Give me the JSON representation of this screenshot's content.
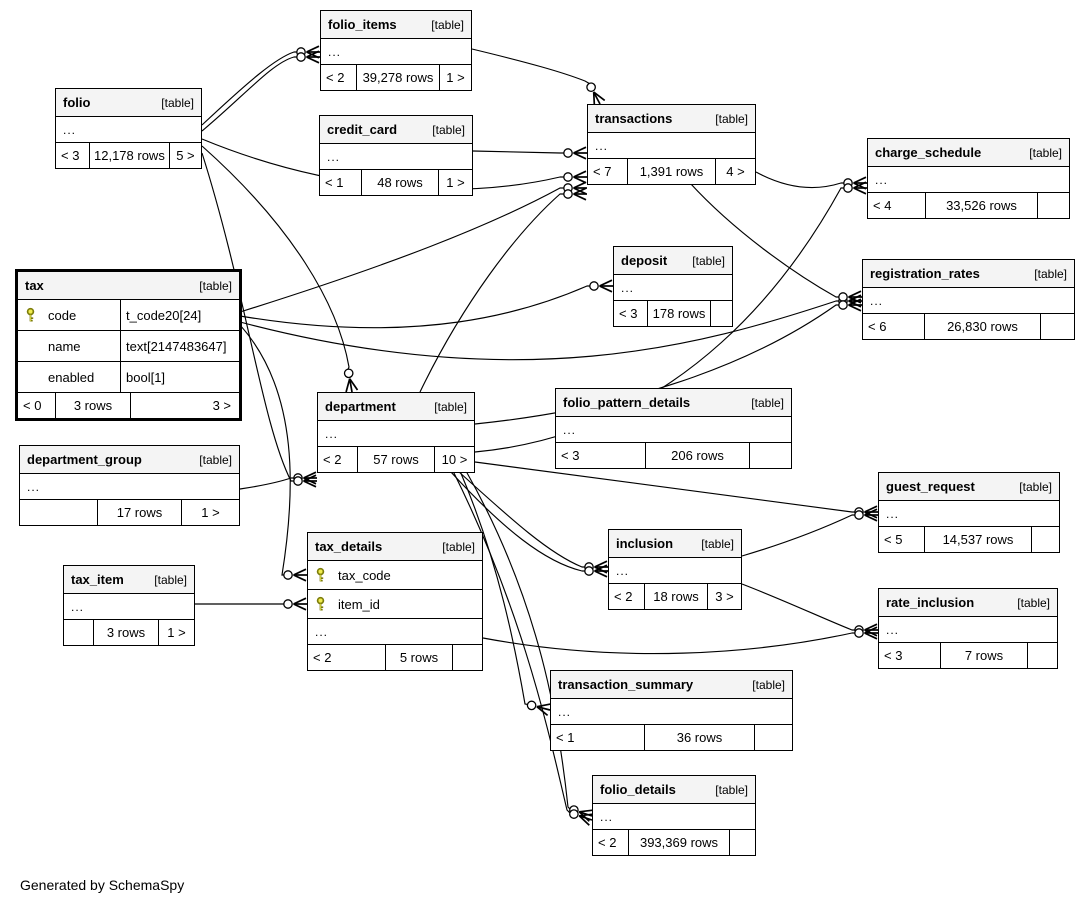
{
  "diagram": {
    "generator_note": "Generated by SchemaSpy",
    "ellipsis": "..."
  },
  "tables": [
    {
      "name": "folio_items",
      "kind": "[table]",
      "emphasized": false,
      "columns": [],
      "has_ellipsis": true,
      "parents": "< 2",
      "rows": "39,278 rows",
      "children": "1 >"
    },
    {
      "name": "folio",
      "kind": "[table]",
      "emphasized": false,
      "columns": [],
      "has_ellipsis": true,
      "parents": "< 3",
      "rows": "12,178 rows",
      "children": "5 >"
    },
    {
      "name": "credit_card",
      "kind": "[table]",
      "emphasized": false,
      "columns": [],
      "has_ellipsis": true,
      "parents": "< 1",
      "rows": "48 rows",
      "children": "1 >"
    },
    {
      "name": "transactions",
      "kind": "[table]",
      "emphasized": false,
      "columns": [],
      "has_ellipsis": true,
      "parents": "< 7",
      "rows": "1,391 rows",
      "children": "4 >"
    },
    {
      "name": "charge_schedule",
      "kind": "[table]",
      "emphasized": false,
      "columns": [],
      "has_ellipsis": true,
      "parents": "< 4",
      "rows": "33,526 rows",
      "children": ""
    },
    {
      "name": "deposit",
      "kind": "[table]",
      "emphasized": false,
      "columns": [],
      "has_ellipsis": true,
      "parents": "< 3",
      "rows": "178 rows",
      "children": ""
    },
    {
      "name": "registration_rates",
      "kind": "[table]",
      "emphasized": false,
      "columns": [],
      "has_ellipsis": true,
      "parents": "< 6",
      "rows": "26,830 rows",
      "children": ""
    },
    {
      "name": "tax",
      "kind": "[table]",
      "emphasized": true,
      "columns": [
        {
          "name": "code",
          "type": "t_code20[24]",
          "primary_key": true
        },
        {
          "name": "name",
          "type": "text[2147483647]",
          "primary_key": false
        },
        {
          "name": "enabled",
          "type": "bool[1]",
          "primary_key": false
        }
      ],
      "has_ellipsis": false,
      "parents": "< 0",
      "rows": "3 rows",
      "children": "3 >"
    },
    {
      "name": "department",
      "kind": "[table]",
      "emphasized": false,
      "columns": [],
      "has_ellipsis": true,
      "parents": "< 2",
      "rows": "57 rows",
      "children": "10 >"
    },
    {
      "name": "folio_pattern_details",
      "kind": "[table]",
      "emphasized": false,
      "columns": [],
      "has_ellipsis": true,
      "parents": "< 3",
      "rows": "206 rows",
      "children": ""
    },
    {
      "name": "department_group",
      "kind": "[table]",
      "emphasized": false,
      "columns": [],
      "has_ellipsis": true,
      "parents": "",
      "rows": "17 rows",
      "children": "1 >"
    },
    {
      "name": "guest_request",
      "kind": "[table]",
      "emphasized": false,
      "columns": [],
      "has_ellipsis": true,
      "parents": "< 5",
      "rows": "14,537 rows",
      "children": ""
    },
    {
      "name": "inclusion",
      "kind": "[table]",
      "emphasized": false,
      "columns": [],
      "has_ellipsis": true,
      "parents": "< 2",
      "rows": "18 rows",
      "children": "3 >"
    },
    {
      "name": "tax_item",
      "kind": "[table]",
      "emphasized": false,
      "columns": [],
      "has_ellipsis": true,
      "parents": "",
      "rows": "3 rows",
      "children": "1 >"
    },
    {
      "name": "tax_details",
      "kind": "[table]",
      "emphasized": false,
      "columns": [
        {
          "name": "tax_code",
          "type": "",
          "primary_key": true
        },
        {
          "name": "item_id",
          "type": "",
          "primary_key": true
        }
      ],
      "has_ellipsis": true,
      "parents": "< 2",
      "rows": "5 rows",
      "children": ""
    },
    {
      "name": "rate_inclusion",
      "kind": "[table]",
      "emphasized": false,
      "columns": [],
      "has_ellipsis": true,
      "parents": "< 3",
      "rows": "7 rows",
      "children": ""
    },
    {
      "name": "transaction_summary",
      "kind": "[table]",
      "emphasized": false,
      "columns": [],
      "has_ellipsis": true,
      "parents": "< 1",
      "rows": "36 rows",
      "children": ""
    },
    {
      "name": "folio_details",
      "kind": "[table]",
      "emphasized": false,
      "columns": [],
      "has_ellipsis": true,
      "parents": "< 2",
      "rows": "393,369 rows",
      "children": ""
    }
  ],
  "relationships": [
    {
      "from": "folio",
      "to": "folio_items"
    },
    {
      "from": "folio",
      "to": "folio_items"
    },
    {
      "from": "folio_items",
      "to": "transactions"
    },
    {
      "from": "credit_card",
      "to": "transactions"
    },
    {
      "from": "folio",
      "to": "transactions"
    },
    {
      "from": "tax",
      "to": "transactions"
    },
    {
      "from": "department",
      "to": "transactions"
    },
    {
      "from": "transactions",
      "to": "charge_schedule"
    },
    {
      "from": "department",
      "to": "charge_schedule"
    },
    {
      "from": "tax",
      "to": "deposit"
    },
    {
      "from": "tax",
      "to": "registration_rates"
    },
    {
      "from": "transactions",
      "to": "registration_rates"
    },
    {
      "from": "department",
      "to": "registration_rates"
    },
    {
      "from": "folio",
      "to": "department"
    },
    {
      "from": "department_group",
      "to": "department"
    },
    {
      "from": "folio",
      "to": "department"
    },
    {
      "from": "tax",
      "to": "tax_details"
    },
    {
      "from": "tax_item",
      "to": "tax_details"
    },
    {
      "from": "department",
      "to": "inclusion"
    },
    {
      "from": "department",
      "to": "inclusion"
    },
    {
      "from": "department",
      "to": "guest_request"
    },
    {
      "from": "inclusion",
      "to": "guest_request"
    },
    {
      "from": "inclusion",
      "to": "rate_inclusion"
    },
    {
      "from": "tax",
      "to": "rate_inclusion"
    },
    {
      "from": "department",
      "to": "transaction_summary"
    },
    {
      "from": "department",
      "to": "folio_details"
    },
    {
      "from": "folio",
      "to": "folio_details"
    }
  ],
  "colors": {
    "node_border": "#000000",
    "header_bg": "#f4f4f4",
    "background": "#ffffff",
    "key_fill": "#f0ec4f",
    "key_stroke": "#7c7c0a"
  }
}
